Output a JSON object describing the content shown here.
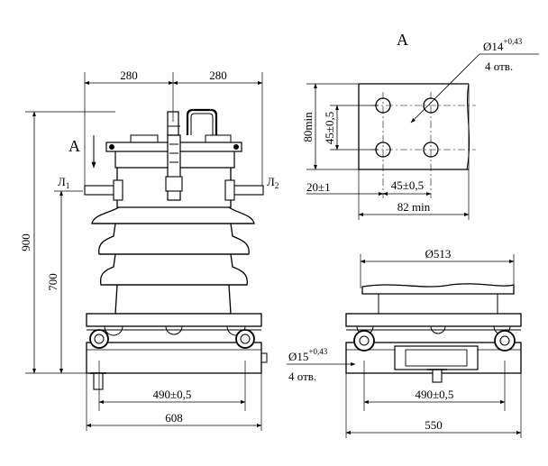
{
  "view_label": "А",
  "arrow_label": "А",
  "front_view": {
    "dim_left_half": "280",
    "dim_right_half": "280",
    "height_total": "900",
    "height_lower": "700",
    "terminal_left": "Л",
    "terminal_left_sub": "1",
    "terminal_right": "Л",
    "terminal_right_sub": "2",
    "base_holes_spacing": "490±0,5",
    "base_width": "608"
  },
  "detail_view": {
    "hole_diameter": "Ø14",
    "hole_tolerance": "+0,43",
    "hole_count": "4 отв.",
    "height_min": "80min",
    "vertical_spacing": "45±0,5",
    "horizontal_spacing": "45±0,5",
    "edge_offset": "20±1",
    "width_min": "82 min"
  },
  "side_view": {
    "top_diameter": "Ø513",
    "slot_diameter": "Ø15",
    "slot_tolerance": "+0,43",
    "slot_count": "4 отв.",
    "base_holes_spacing": "490±0,5",
    "base_width": "550"
  }
}
